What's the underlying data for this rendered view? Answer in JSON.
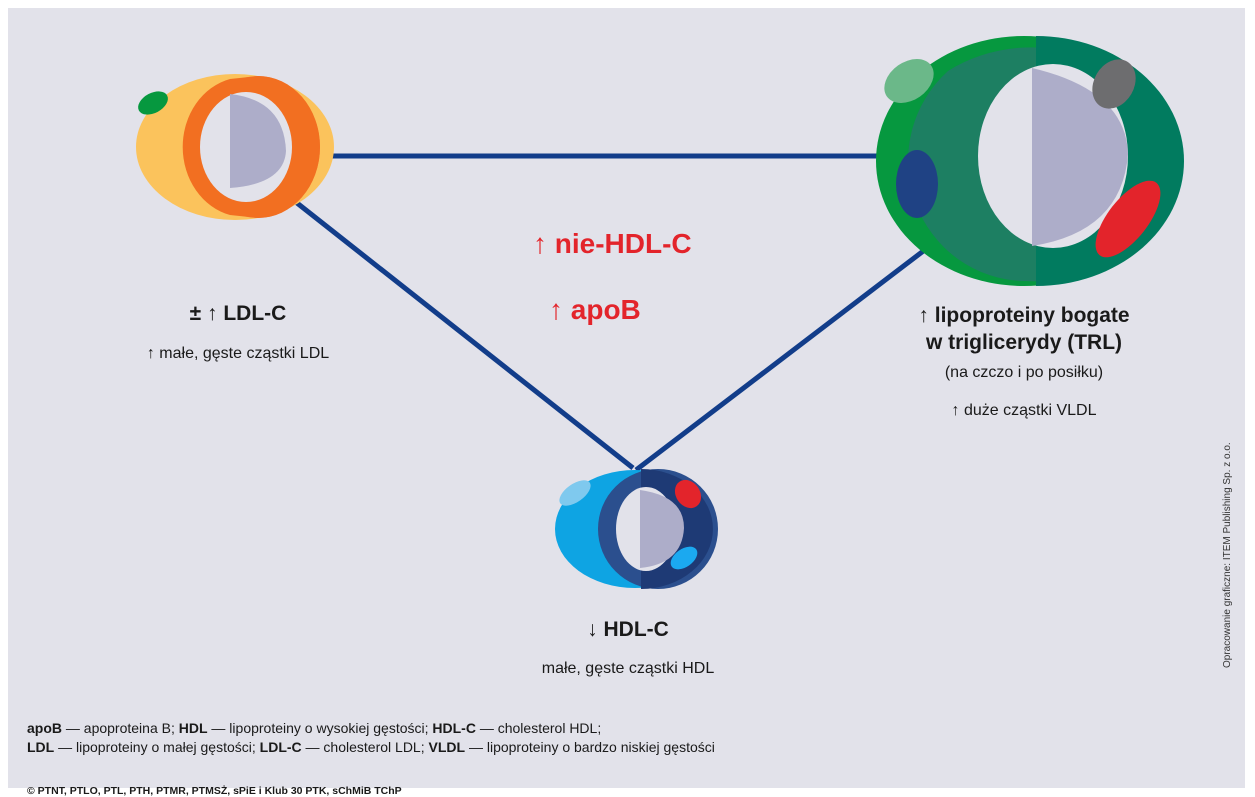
{
  "center": {
    "arrow_up": "↑",
    "line1": "nie-HDL-C",
    "line2": "apoB"
  },
  "ldl": {
    "arrow": "± ↑",
    "heading": "LDL-C",
    "arrow_small": "↑",
    "detail": "małe, gęste cząstki LDL"
  },
  "trl": {
    "arrow": "↑",
    "heading_line1": "lipoproteiny bogate",
    "heading_line2": "w triglicerydy (TRL)",
    "detail1": "(na czczo i po posiłku)",
    "arrow_small": "↑",
    "detail2": "duże cząstki VLDL"
  },
  "hdl": {
    "arrow": "↓",
    "heading": "HDL-C",
    "detail": "małe, gęste cząstki HDL"
  },
  "legend": {
    "line1": [
      {
        "term": "apoB",
        "def": " — apoproteina B; "
      },
      {
        "term": "HDL",
        "def": " — lipoproteiny o wysokiej gęstości; "
      },
      {
        "term": "HDL-C",
        "def": " — cholesterol HDL;"
      }
    ],
    "line2": [
      {
        "term": "LDL",
        "def": " — lipoproteiny o małej gęstości; "
      },
      {
        "term": "LDL-C",
        "def": " — cholesterol LDL; "
      },
      {
        "term": "VLDL",
        "def": " — lipoproteiny o bardzo niskiej gęstości"
      }
    ]
  },
  "copyright": "© PTNT, PTLO, PTL, PTH, PTMR, PTMSŻ, sPiE i Klub 30 PTK, sChMiB TChP",
  "credit": "Opracowanie graficzne: ITEM Publishing Sp. z o.o.",
  "colors": {
    "background": "#e2e2ea",
    "connector": "#123d8a",
    "accent_red": "#e3242b",
    "core": "#adadc9",
    "ldl_light": "#fbc35c",
    "ldl_mid": "#f48241",
    "ldl_dark": "#f26f21",
    "trl_light": "#06983f",
    "trl_mid": "#1d7f62",
    "trl_dark": "#017b5f",
    "hdl_light": "#0ea4e3",
    "hdl_mid": "#2b4f8e",
    "hdl_dark": "#1e3a75"
  }
}
